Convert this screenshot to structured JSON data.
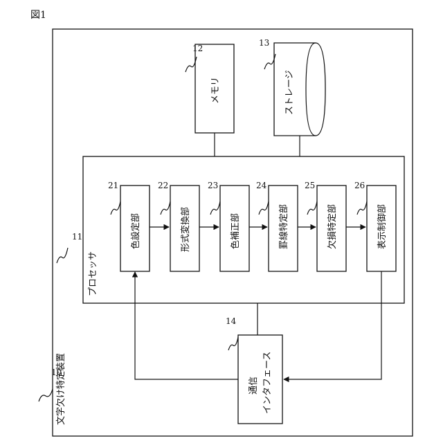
{
  "figure_label": "図1",
  "device": {
    "label": "文字欠け特定装置",
    "ref": "10"
  },
  "processor": {
    "label": "プロセッサ",
    "ref": "11"
  },
  "memory": {
    "label": "メモリ",
    "ref": "12"
  },
  "storage": {
    "label": "ストレージ",
    "ref": "13"
  },
  "comm": {
    "label_line1": "通信",
    "label_line2": "インタフェース",
    "ref": "14"
  },
  "units": [
    {
      "label": "色設定部",
      "ref": "21"
    },
    {
      "label": "形式変換部",
      "ref": "22"
    },
    {
      "label": "色補正部",
      "ref": "23"
    },
    {
      "label": "罫線特定部",
      "ref": "24"
    },
    {
      "label": "欠損特定部",
      "ref": "25"
    },
    {
      "label": "表示制御部",
      "ref": "26"
    }
  ]
}
